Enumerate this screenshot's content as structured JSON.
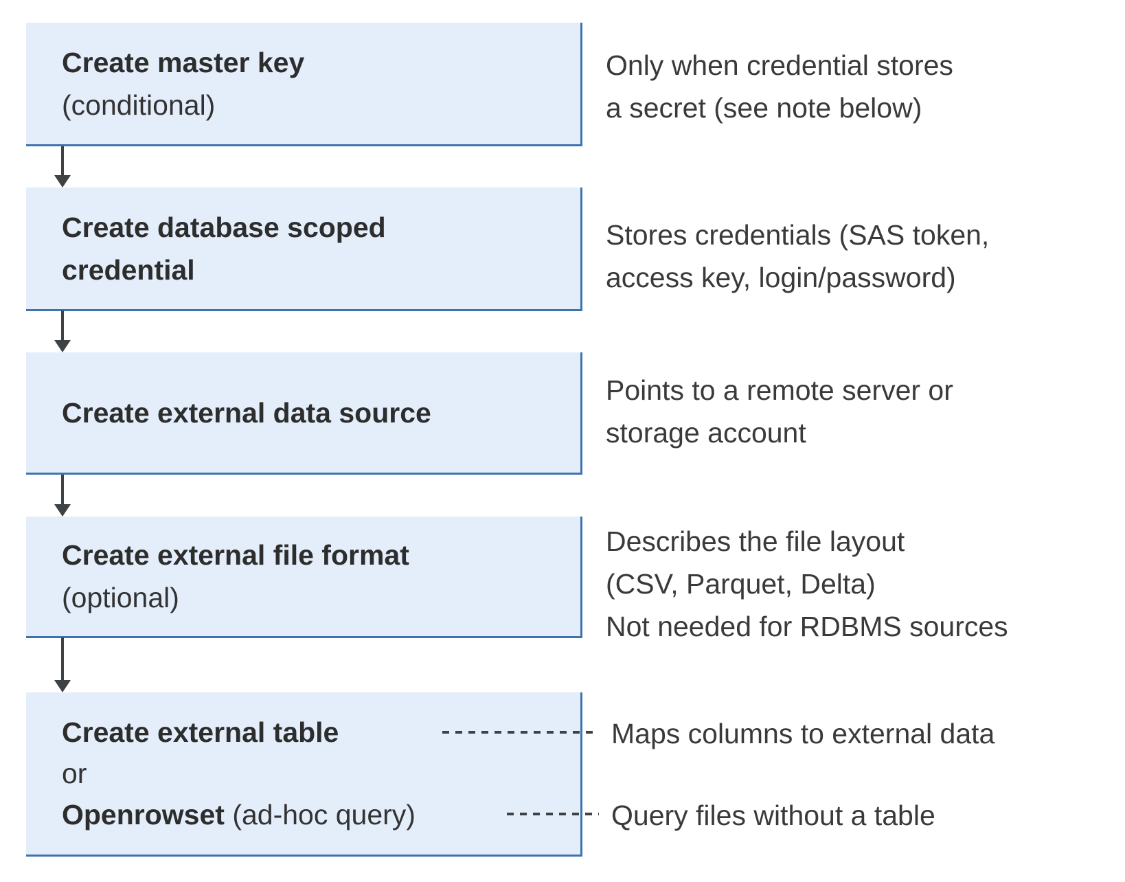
{
  "colors": {
    "background": "#ffffff",
    "box_fill": "#e4eefb",
    "box_border": "#3d74ad",
    "arrow": "#3f4245",
    "dash": "#3f4245",
    "title_text": "#2d2d2d",
    "note_text": "#3a3a3a"
  },
  "steps": [
    {
      "name": "create-master-key",
      "title": "Create master key",
      "qualifier": "(conditional)",
      "note_lines": [
        "Only when credential stores",
        "a secret (see note below)"
      ]
    },
    {
      "name": "create-database-scoped-credential",
      "title_line1": "Create database scoped",
      "title_line2": "credential",
      "note_lines": [
        "Stores credentials (SAS token,",
        "access key, login/password)"
      ]
    },
    {
      "name": "create-external-data-source",
      "title": "Create external data source",
      "note_lines": [
        "Points to a remote server or",
        "storage account"
      ]
    },
    {
      "name": "create-external-file-format",
      "title": "Create external file format",
      "qualifier": "(optional)",
      "note_lines": [
        "Describes the file layout",
        "(CSV, Parquet, Delta)",
        "Not needed for RDBMS sources"
      ]
    },
    {
      "name": "create-external-table-or-openrowset",
      "option1_bold": "Create external table",
      "conjunction": "or",
      "option2_bold": "Openrowset",
      "option2_rest": " (ad-hoc query)",
      "note_map": "Maps columns to external data",
      "note_query": "Query files without a table"
    }
  ]
}
